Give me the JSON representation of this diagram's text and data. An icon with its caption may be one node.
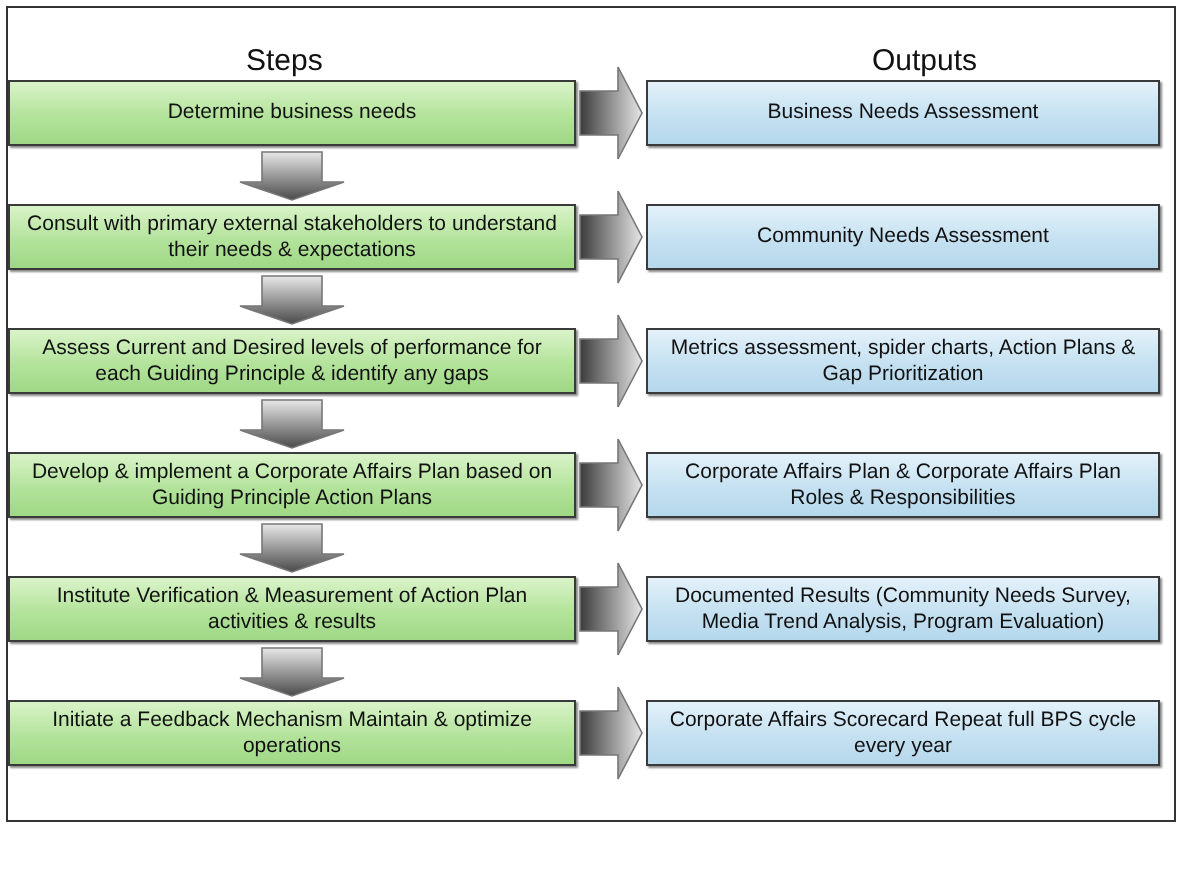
{
  "diagram": {
    "nodes": [
      {
        "text": [
          "Determine business needs"
        ]
      },
      {
        "text": [
          "Business Needs Assessment"
        ]
      },
      {
        "text": [
          "Consult with primary external stakeholders to understand their needs & expectations"
        ]
      },
      {
        "text": [
          "Community Needs Assessment"
        ]
      },
      {
        "text": [
          "Assess Current and Desired levels of performance for each Guiding Principle & identify any gaps"
        ]
      },
      {
        "text": [
          "Metrics assessment, spider charts, Action Plans & Gap Prioritization"
        ]
      },
      {
        "text": [
          "Develop & implement a Corporate Affairs Plan based on Guiding Principle Action Plans"
        ]
      },
      {
        "text": [
          "Corporate Affairs Plan & Corporate Affairs Plan Roles & Responsibilities"
        ]
      },
      {
        "text": [
          "Institute Verification & Measurement of Action Plan activities & results"
        ]
      },
      {
        "text": [
          "Documented Results (Community Needs Survey, Media Trend Analysis, Program Evaluation)"
        ]
      },
      {
        "text": [
          "Initiate a Feedback Mechanism Maintain & optimize operations"
        ]
      },
      {
        "text": [
          "Corporate Affairs Scorecard Repeat full BPS cycle every year"
        ]
      }
    ],
    "edges": [
      {
        "from": 0,
        "to": 1,
        "arrow": "to"
      },
      {
        "from": 0,
        "to": 2,
        "arrow": "to"
      },
      {
        "from": 2,
        "to": 3,
        "arrow": "to"
      },
      {
        "from": 2,
        "to": 4,
        "arrow": "to"
      },
      {
        "from": 4,
        "to": 5,
        "arrow": "to"
      },
      {
        "from": 4,
        "to": 6,
        "arrow": "to"
      },
      {
        "from": 6,
        "to": 7,
        "arrow": "to"
      },
      {
        "from": 6,
        "to": 8,
        "arrow": "to"
      },
      {
        "from": 8,
        "to": 9,
        "arrow": "to"
      },
      {
        "from": 8,
        "to": 10,
        "arrow": "to"
      },
      {
        "from": 10,
        "to": 11,
        "arrow": "to"
      }
    ],
    "labels": [
      "Steps",
      "Outputs"
    ]
  }
}
